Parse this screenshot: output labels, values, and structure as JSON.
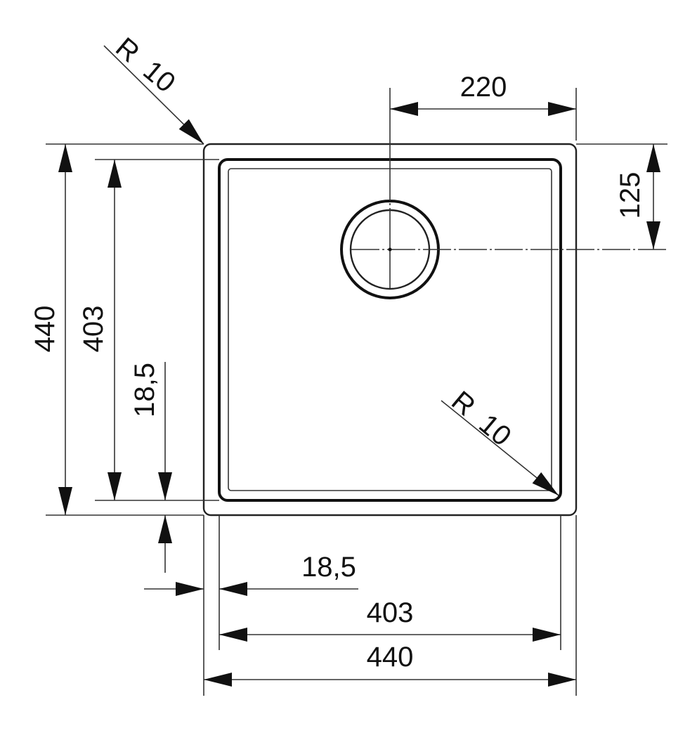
{
  "drawing": {
    "title": "Sink dimension drawing",
    "line_color": "#111111",
    "labels": {
      "radius_top_left": "R  10",
      "radius_bottom_right": "R  10",
      "drain_offset_x": "220",
      "drain_offset_y": "125",
      "outer_height": "440",
      "bowl_height": "403",
      "rim_bottom": "18,5",
      "rim_left": "18,5",
      "bowl_width": "403",
      "outer_width": "440"
    }
  }
}
